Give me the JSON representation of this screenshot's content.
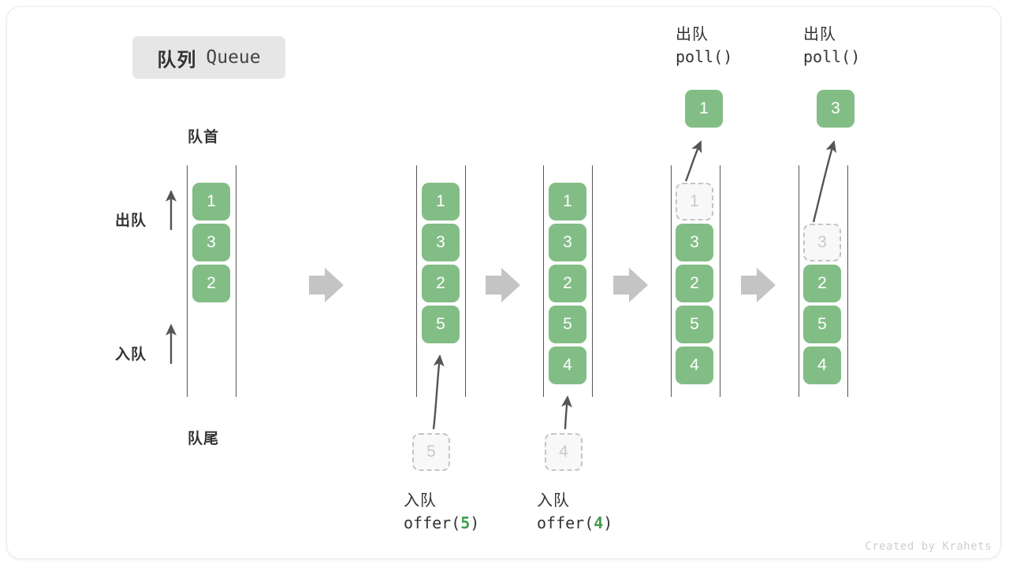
{
  "title": {
    "cn": "队列",
    "en": "Queue"
  },
  "labels": {
    "head": "队首",
    "tail": "队尾",
    "dequeue": "出队",
    "enqueue": "入队"
  },
  "colors": {
    "element_green": "#82bd85",
    "code_number_green": "#3f9e4d",
    "ghost_gray": "#c9c9c9",
    "badge_bg": "#e6e6e6",
    "arrow_gray": "#c4c4c4",
    "rail": "#555555"
  },
  "columns": [
    {
      "name": "initial-queue",
      "cells": [
        {
          "value": "1",
          "state": "solid"
        },
        {
          "value": "3",
          "state": "solid"
        },
        {
          "value": "2",
          "state": "solid"
        }
      ]
    },
    {
      "name": "after-offer-5",
      "cells": [
        {
          "value": "1",
          "state": "solid"
        },
        {
          "value": "3",
          "state": "solid"
        },
        {
          "value": "2",
          "state": "solid"
        },
        {
          "value": "5",
          "state": "solid"
        }
      ]
    },
    {
      "name": "after-offer-4",
      "cells": [
        {
          "value": "1",
          "state": "solid"
        },
        {
          "value": "3",
          "state": "solid"
        },
        {
          "value": "2",
          "state": "solid"
        },
        {
          "value": "5",
          "state": "solid"
        },
        {
          "value": "4",
          "state": "solid"
        }
      ]
    },
    {
      "name": "after-poll-1",
      "cells": [
        {
          "value": "1",
          "state": "ghost"
        },
        {
          "value": "3",
          "state": "solid"
        },
        {
          "value": "2",
          "state": "solid"
        },
        {
          "value": "5",
          "state": "solid"
        },
        {
          "value": "4",
          "state": "solid"
        }
      ]
    },
    {
      "name": "after-poll-3",
      "cells": [
        {
          "value": "",
          "state": "empty"
        },
        {
          "value": "3",
          "state": "ghost"
        },
        {
          "value": "2",
          "state": "solid"
        },
        {
          "value": "5",
          "state": "solid"
        },
        {
          "value": "4",
          "state": "solid"
        }
      ]
    }
  ],
  "operations": {
    "offer_5": {
      "cn": "入队",
      "code_prefix": "offer(",
      "code_value": "5",
      "code_suffix": ")",
      "ghost_value": "5"
    },
    "offer_4": {
      "cn": "入队",
      "code_prefix": "offer(",
      "code_value": "4",
      "code_suffix": ")",
      "ghost_value": "4"
    },
    "poll_1": {
      "cn": "出队",
      "code": "poll()",
      "result_value": "1"
    },
    "poll_3": {
      "cn": "出队",
      "code": "poll()",
      "result_value": "3"
    }
  },
  "footer": {
    "credit": "Created by Krahets"
  }
}
